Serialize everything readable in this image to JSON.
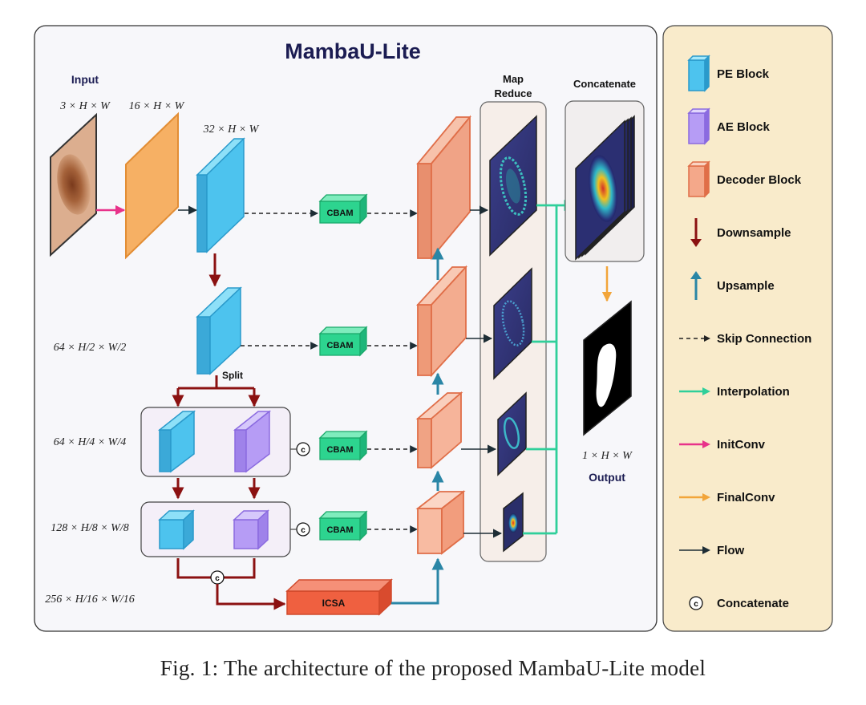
{
  "title": "MambaU-Lite",
  "caption": "Fig. 1: The architecture of the proposed MambaU-Lite model",
  "labels": {
    "input": "Input",
    "output": "Output",
    "split": "Split",
    "map_reduce_line1": "Map",
    "map_reduce_line2": "Reduce",
    "concatenate_header": "Concatenate",
    "cbam": "CBAM",
    "icsa": "ICSA",
    "concat_symbol": "c"
  },
  "dims": {
    "input": "3 × H × W",
    "init": "16 × H × W",
    "pe1": "32 × H × W",
    "level1": "64 × H/2 × W/2",
    "level2": "64 × H/4 × W/4",
    "level3": "128 × H/8 × W/8",
    "level4": "256 × H/16 × W/16",
    "output": "1 × H × W"
  },
  "legend": [
    {
      "label": "PE Block",
      "icon": "pe-block-icon",
      "color": "#4dc3ee"
    },
    {
      "label": "AE Block",
      "icon": "ae-block-icon",
      "color": "#b69cf5"
    },
    {
      "label": "Decoder Block",
      "icon": "decoder-block-icon",
      "color": "#f4a88a"
    },
    {
      "label": "Downsample",
      "icon": "downsample-arrow-icon",
      "color": "#8b1111"
    },
    {
      "label": "Upsample",
      "icon": "upsample-arrow-icon",
      "color": "#2a86a6"
    },
    {
      "label": "Skip Connection",
      "icon": "skip-connection-icon",
      "color": "#222222"
    },
    {
      "label": "Interpolation",
      "icon": "interpolation-arrow-icon",
      "color": "#2fcf9a"
    },
    {
      "label": "InitConv",
      "icon": "initconv-arrow-icon",
      "color": "#e8328a"
    },
    {
      "label": "FinalConv",
      "icon": "finalconv-arrow-icon",
      "color": "#f2a53a"
    },
    {
      "label": "Flow",
      "icon": "flow-arrow-icon",
      "color": "#1d2d35"
    },
    {
      "label": "Concatenate",
      "icon": "concatenate-icon",
      "color": "#111111"
    }
  ],
  "colors": {
    "pe": "#4dc3ee",
    "ae": "#b69cf5",
    "init": "#f6b064",
    "decoder": "#f0a386",
    "cbam": "#2dd48f",
    "icsa": "#ef6040",
    "downsample": "#8b1111",
    "upsample": "#2a86a6",
    "interpolation": "#2fcf9a",
    "initconv": "#e8328a",
    "finalconv": "#f2a53a",
    "legend_bg": "#f9ebcb",
    "title": "#1b1c52"
  }
}
